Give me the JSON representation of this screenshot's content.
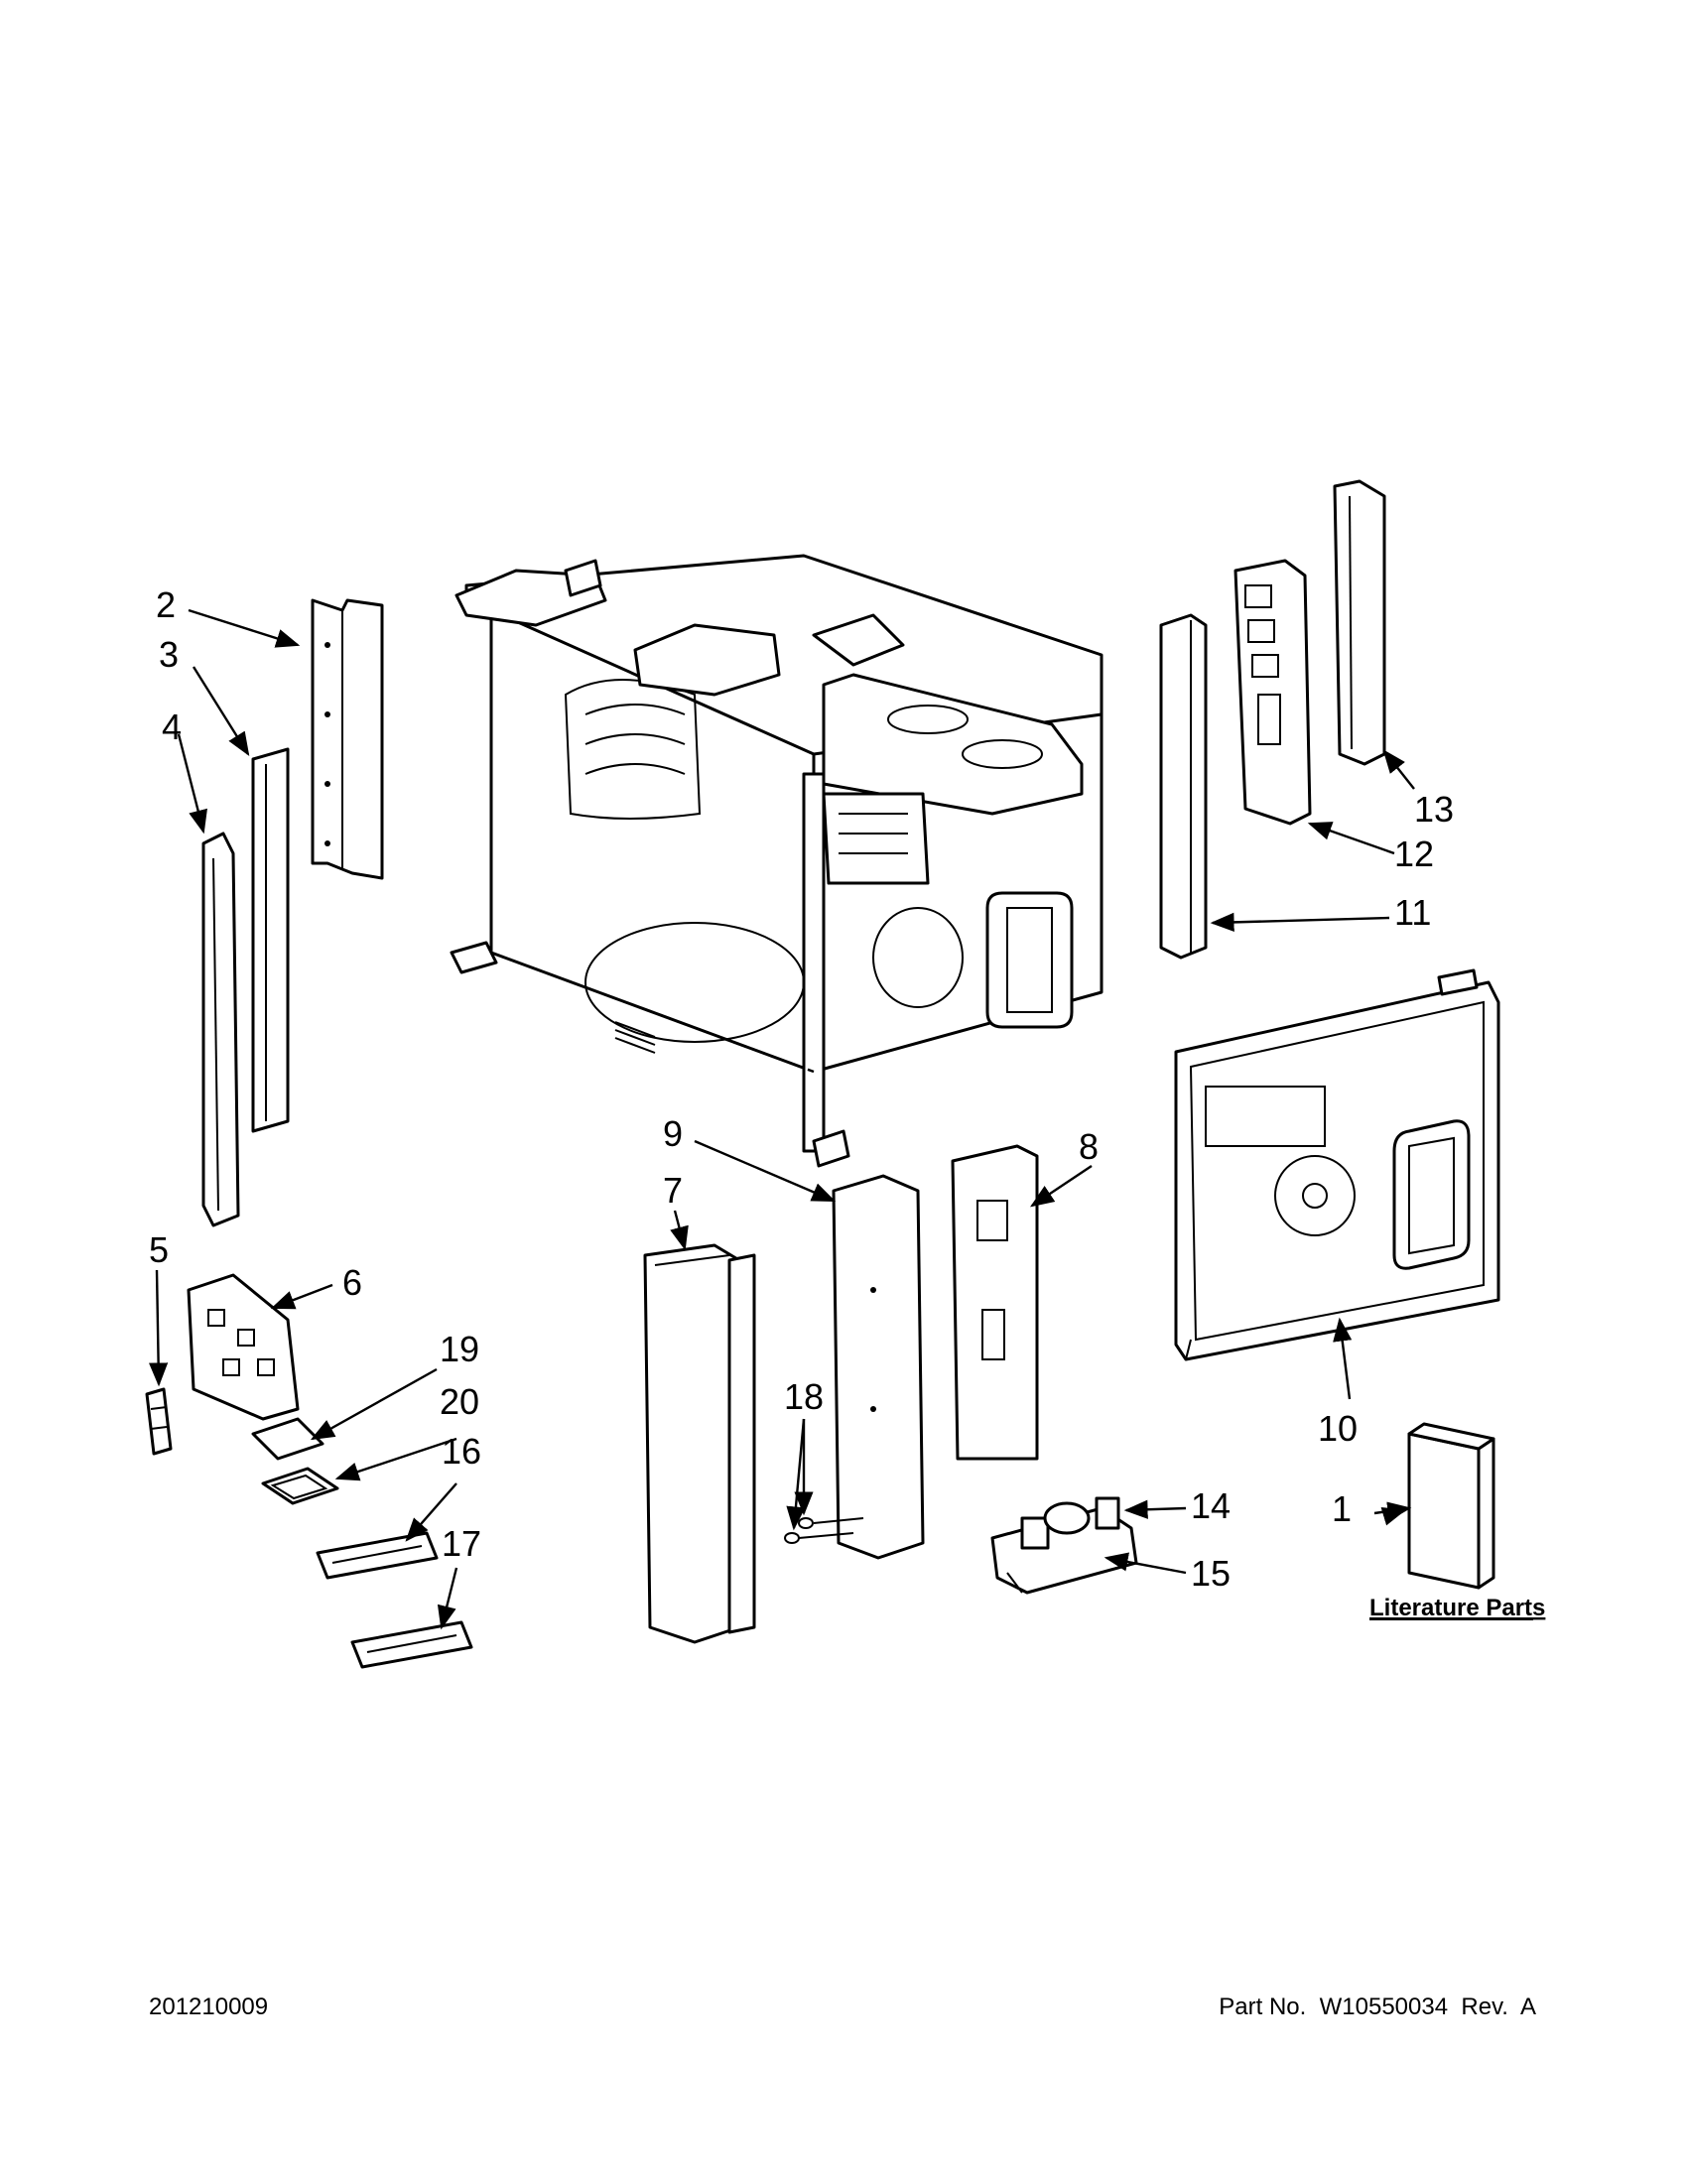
{
  "diagram": {
    "callouts": [
      "1",
      "2",
      "3",
      "4",
      "5",
      "6",
      "7",
      "8",
      "9",
      "10",
      "11",
      "12",
      "13",
      "14",
      "15",
      "16",
      "17",
      "18",
      "19",
      "20"
    ],
    "literature_label": "Literature Parts",
    "footer_left": "201210009",
    "footer_right": "Part No.  W10550034  Rev.  A"
  }
}
